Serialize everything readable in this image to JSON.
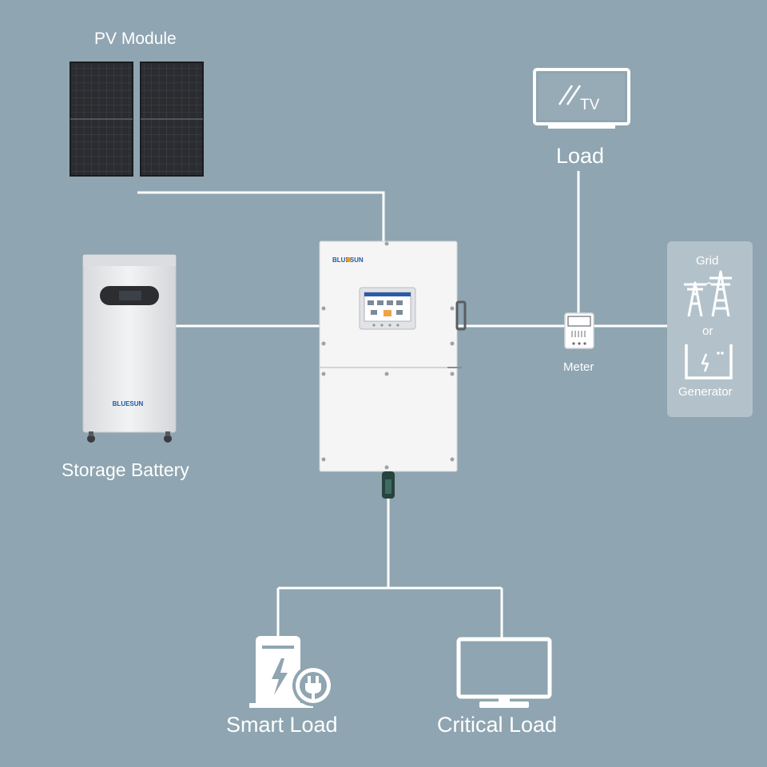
{
  "labels": {
    "pv_module": "PV Module",
    "load_top": "Load",
    "tv": "TV",
    "storage_battery": "Storage Battery",
    "meter": "Meter",
    "grid": "Grid",
    "or": "or",
    "generator": "Generator",
    "smart_load": "Smart Load",
    "critical_load": "Critical Load",
    "brand": "BLUESUN"
  },
  "colors": {
    "background": "#8fa5b1",
    "wire": "#ffffff",
    "panel_cell": "#2a2c30",
    "device_white": "#f4f4f4",
    "battery_body": "#e9eaec",
    "grid_box": "#b3c2ca",
    "brand_blue": "#1e5aa8",
    "brand_orange": "#f29a1f"
  },
  "icons": [
    "pv-panel-icon",
    "tv-icon",
    "battery-cabinet-icon",
    "inverter-icon",
    "meter-icon",
    "power-tower-icon",
    "generator-icon",
    "smart-plug-icon",
    "monitor-icon"
  ]
}
